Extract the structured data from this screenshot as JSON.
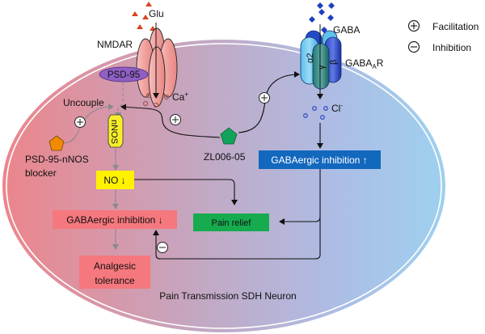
{
  "title": "Pain Transmission SDH Neuron",
  "legend": {
    "facilitation": {
      "symbol": "+",
      "label": "Facilitation"
    },
    "inhibition": {
      "symbol": "−",
      "label": "Inhibition"
    }
  },
  "receptors": {
    "nmdar": {
      "label": "NMDAR",
      "ligand": "Glu",
      "ion": "Ca",
      "ion_charge": "+",
      "scaffold": "PSD-95"
    },
    "gabaar": {
      "label_main": "GABA",
      "label_sub": "A",
      "label_end": "R",
      "ligand": "GABA",
      "ion": "Cl",
      "ion_charge": "-",
      "subunits": [
        "α2",
        "γ",
        "β"
      ]
    }
  },
  "nodes": {
    "uncouple": "Uncouple",
    "nnos": "nNOS",
    "blocker_line1": "PSD-95-nNOS",
    "blocker_line2": "blocker",
    "drug": "ZL006-05",
    "no": "NO ↓",
    "gaba_down": "GABAergic inhibition ↓",
    "gaba_up": "GABAergic inhibition ↑",
    "pain_relief": "Pain relief",
    "tolerance_line1": "Analgesic",
    "tolerance_line2": "tolerance"
  },
  "colors": {
    "cell_left": "#e8868d",
    "cell_right": "#a2cdee",
    "glu": "#d9431e",
    "gaba": "#1d3fbf",
    "nmdar_fill": "#f3aaa8",
    "psd95": "#8f5fc4",
    "nnos": "#f6ee2b",
    "blocker": "#f08a00",
    "drug": "#12a35a",
    "no_box": "#fff200",
    "pink_box": "#f5787e",
    "blue_box": "#1268bd",
    "green_box": "#17ab4f"
  }
}
